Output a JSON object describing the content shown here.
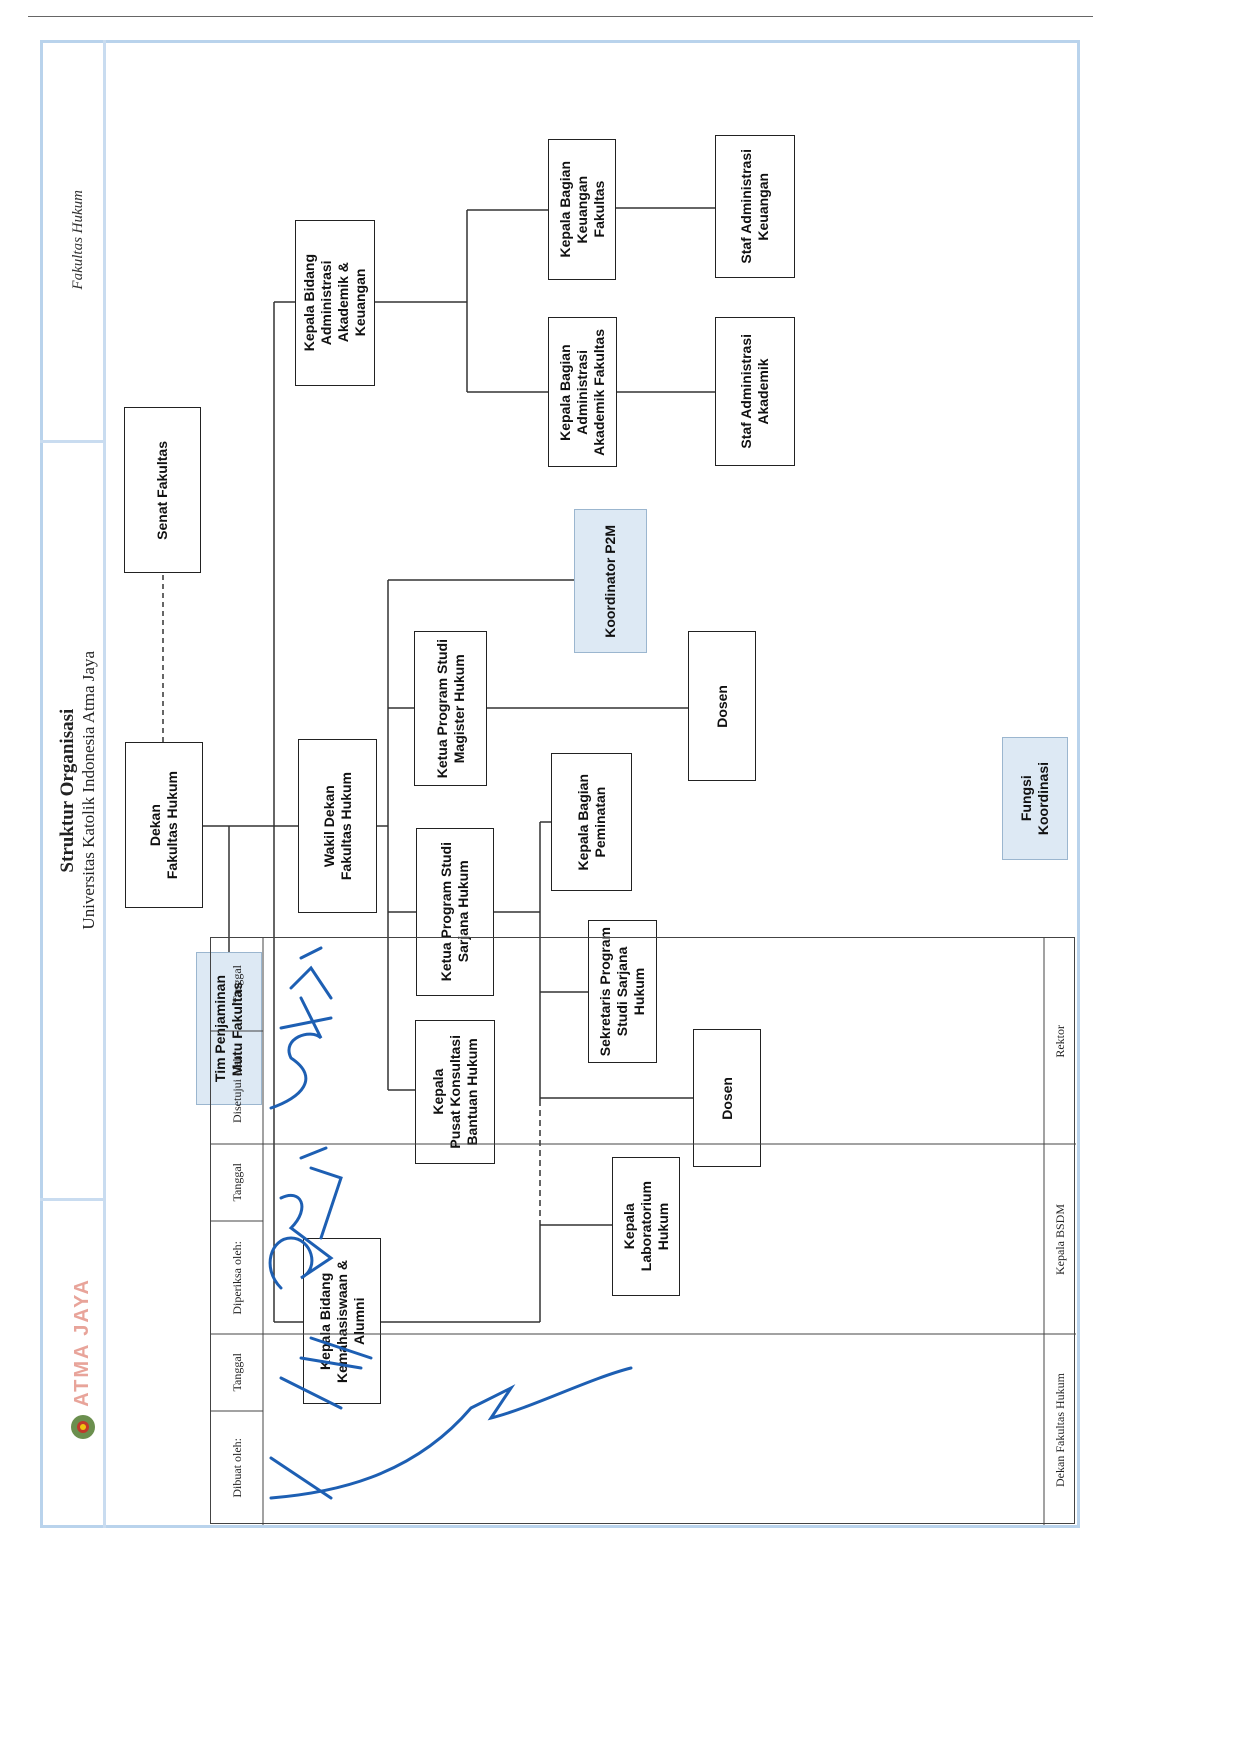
{
  "header": {
    "title": "Struktur Organisasi",
    "subtitle": "Universitas Katolik Indonesia Atma Jaya",
    "faculty": "Fakultas Hukum",
    "logo_text": "ATMA JAYA"
  },
  "org_units": {
    "dekan": "Dekan\nFakultas Hukum",
    "senat": "Senat Fakultas",
    "tim_mutu": "Tim Penjaminan\nMutu Fakultas",
    "wakil_dekan": "Wakil Dekan\nFakultas Hukum",
    "kabid_admin": "Kepala Bidang\nAdministrasi\nAkademik &\nKeuangan",
    "kabid_kemahasiswaan": "Kepala Bidang\nKemahasiswaan &\nAlumni",
    "kaprodi_magister": "Ketua Program Studi\nMagister Hukum",
    "kaprodi_sarjana": "Ketua Program Studi\nSarjana Hukum",
    "pusat_konsultasi": "Kepala\nPusat Konsultasi\nBantuan Hukum",
    "koordinator_p2m": "Koordinator P2M",
    "kabag_peminatan": "Kepala Bagian\nPeminatan",
    "sekretaris_prodi": "Sekretaris Program\nStudi Sarjana\nHukum",
    "dosen_sarjana": "Dosen",
    "dosen_magister": "Dosen",
    "kepala_lab": "Kepala\nLaboratorium\nHukum",
    "kabag_admin_akademik": "Kepala Bagian\nAdministrasi\nAkademik Fakultas",
    "kabag_keuangan": "Kepala Bagian\nKeuangan\nFakultas",
    "staf_akademik": "Staf Administrasi\nAkademik",
    "staf_keuangan": "Staf Administrasi\nKeuangan"
  },
  "legend": {
    "coordination": "Fungsi\nKoordinasi"
  },
  "approval": [
    {
      "label": "Dibuat oleh:",
      "date_label": "Tanggal",
      "signer": "Dekan Fakultas Hukum"
    },
    {
      "label": "Diperiksa oleh:",
      "date_label": "Tanggal",
      "signer": "Kepala BSDM"
    },
    {
      "label": "Disetujui oleh:",
      "date_label": "Tanggal",
      "signer": "Rektor"
    }
  ],
  "colors": {
    "frame": "#b9d3ec",
    "highlight_box": "#dde9f4",
    "signature_ink": "#1d5fb3"
  }
}
